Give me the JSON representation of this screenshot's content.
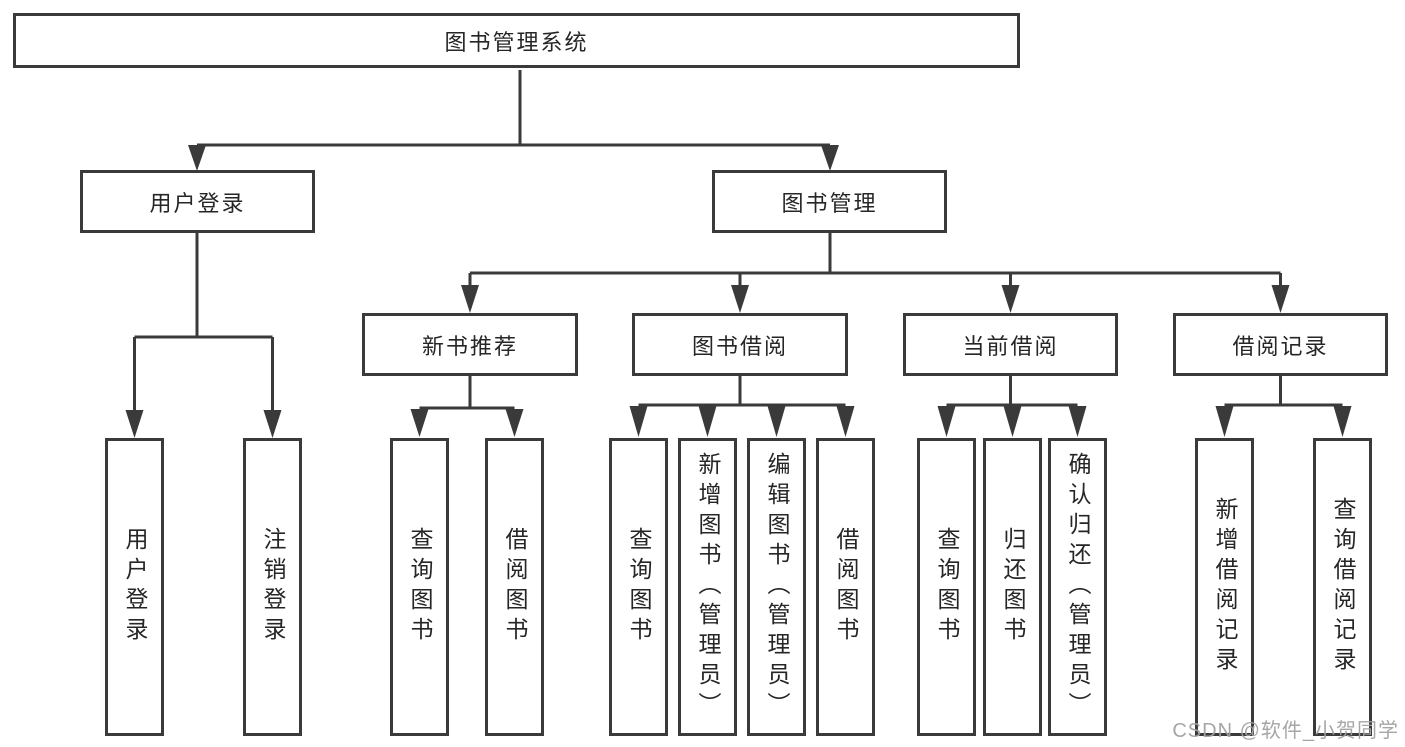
{
  "tree": {
    "label": "图书管理系统",
    "children": [
      {
        "label": "用户登录",
        "children": [
          {
            "label": "用户登录"
          },
          {
            "label": "注销登录"
          }
        ]
      },
      {
        "label": "图书管理",
        "children": [
          {
            "label": "新书推荐",
            "children": [
              {
                "label": "查询图书"
              },
              {
                "label": "借阅图书"
              }
            ]
          },
          {
            "label": "图书借阅",
            "children": [
              {
                "label": "查询图书"
              },
              {
                "label": "新增图书（管理员）"
              },
              {
                "label": "编辑图书（管理员）"
              },
              {
                "label": "借阅图书"
              }
            ]
          },
          {
            "label": "当前借阅",
            "children": [
              {
                "label": "查询图书"
              },
              {
                "label": "归还图书"
              },
              {
                "label": "确认归还（管理员）"
              }
            ]
          },
          {
            "label": "借阅记录",
            "children": [
              {
                "label": "新增借阅记录"
              },
              {
                "label": "查询借阅记录"
              }
            ]
          }
        ]
      }
    ]
  },
  "watermark": "CSDN @软件_小贺同学",
  "colors": {
    "line": "#3a3a3a",
    "text": "#262626",
    "background": "#ffffff",
    "watermark": "#a2a2a2"
  }
}
